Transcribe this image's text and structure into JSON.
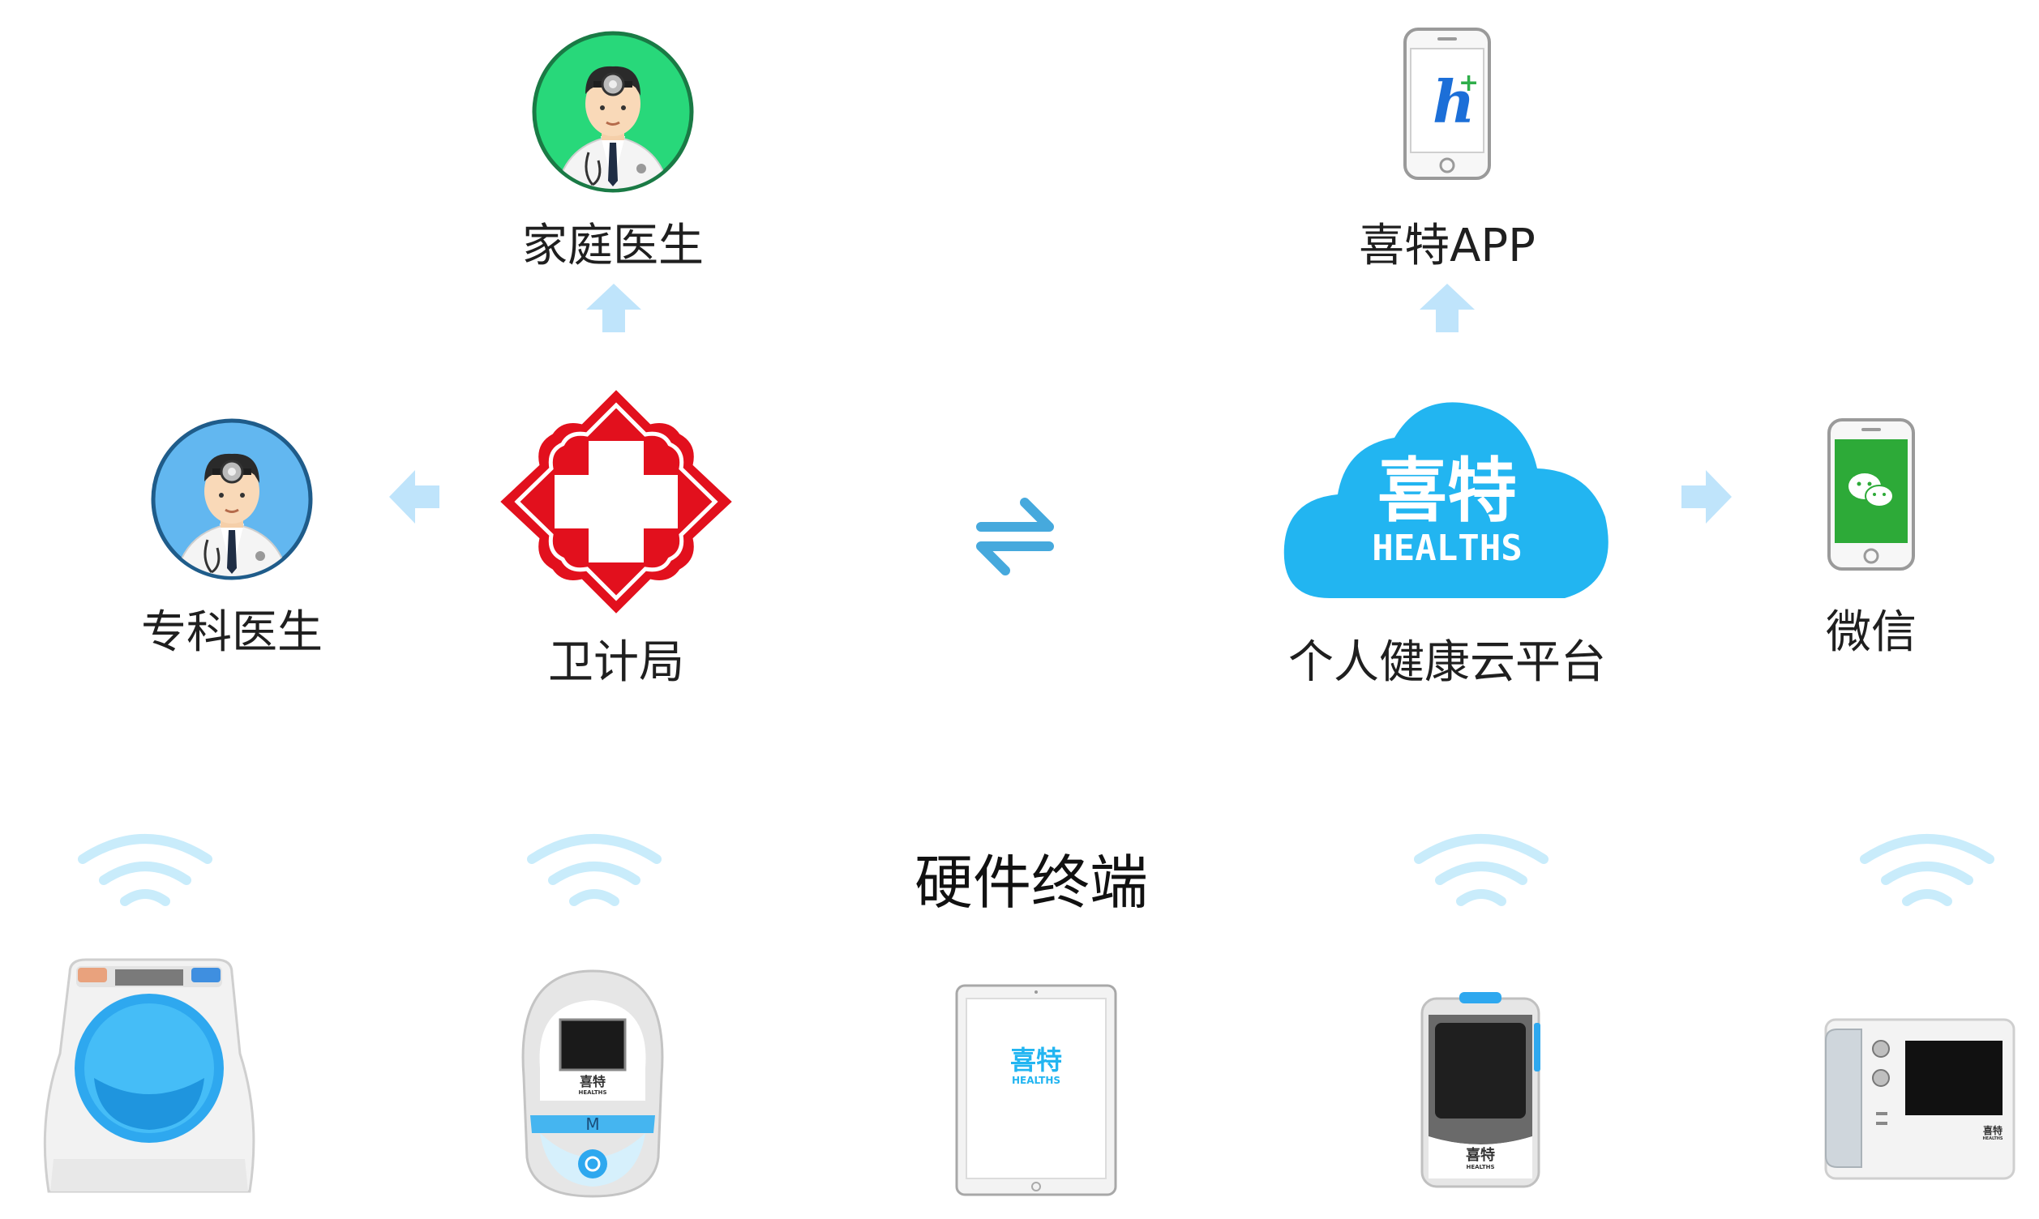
{
  "nodes": {
    "family_doctor": {
      "label": "家庭医生"
    },
    "specialist_doctor": {
      "label": "专科医生"
    },
    "health_bureau": {
      "label": "卫计局"
    },
    "cloud_platform": {
      "label": "个人健康云平台",
      "logo_cn": "喜特",
      "logo_en": "HEALTHS"
    },
    "app": {
      "label": "喜特APP",
      "logo_letter": "h"
    },
    "wechat": {
      "label": "微信"
    }
  },
  "hardware": {
    "title": "硬件终端",
    "brand_cn": "喜特",
    "brand_en": "HEALTHS",
    "meter_button": "M"
  },
  "colors": {
    "arrow": "#bfe4fb",
    "exchange": "#46a9dd",
    "cloud": "#22b5f1",
    "cross_red": "#e2101d",
    "green_circle": "#28d87a",
    "blue_circle": "#62b7f0",
    "wechat_green": "#2daa38",
    "wifi": "#c9ecfb"
  }
}
